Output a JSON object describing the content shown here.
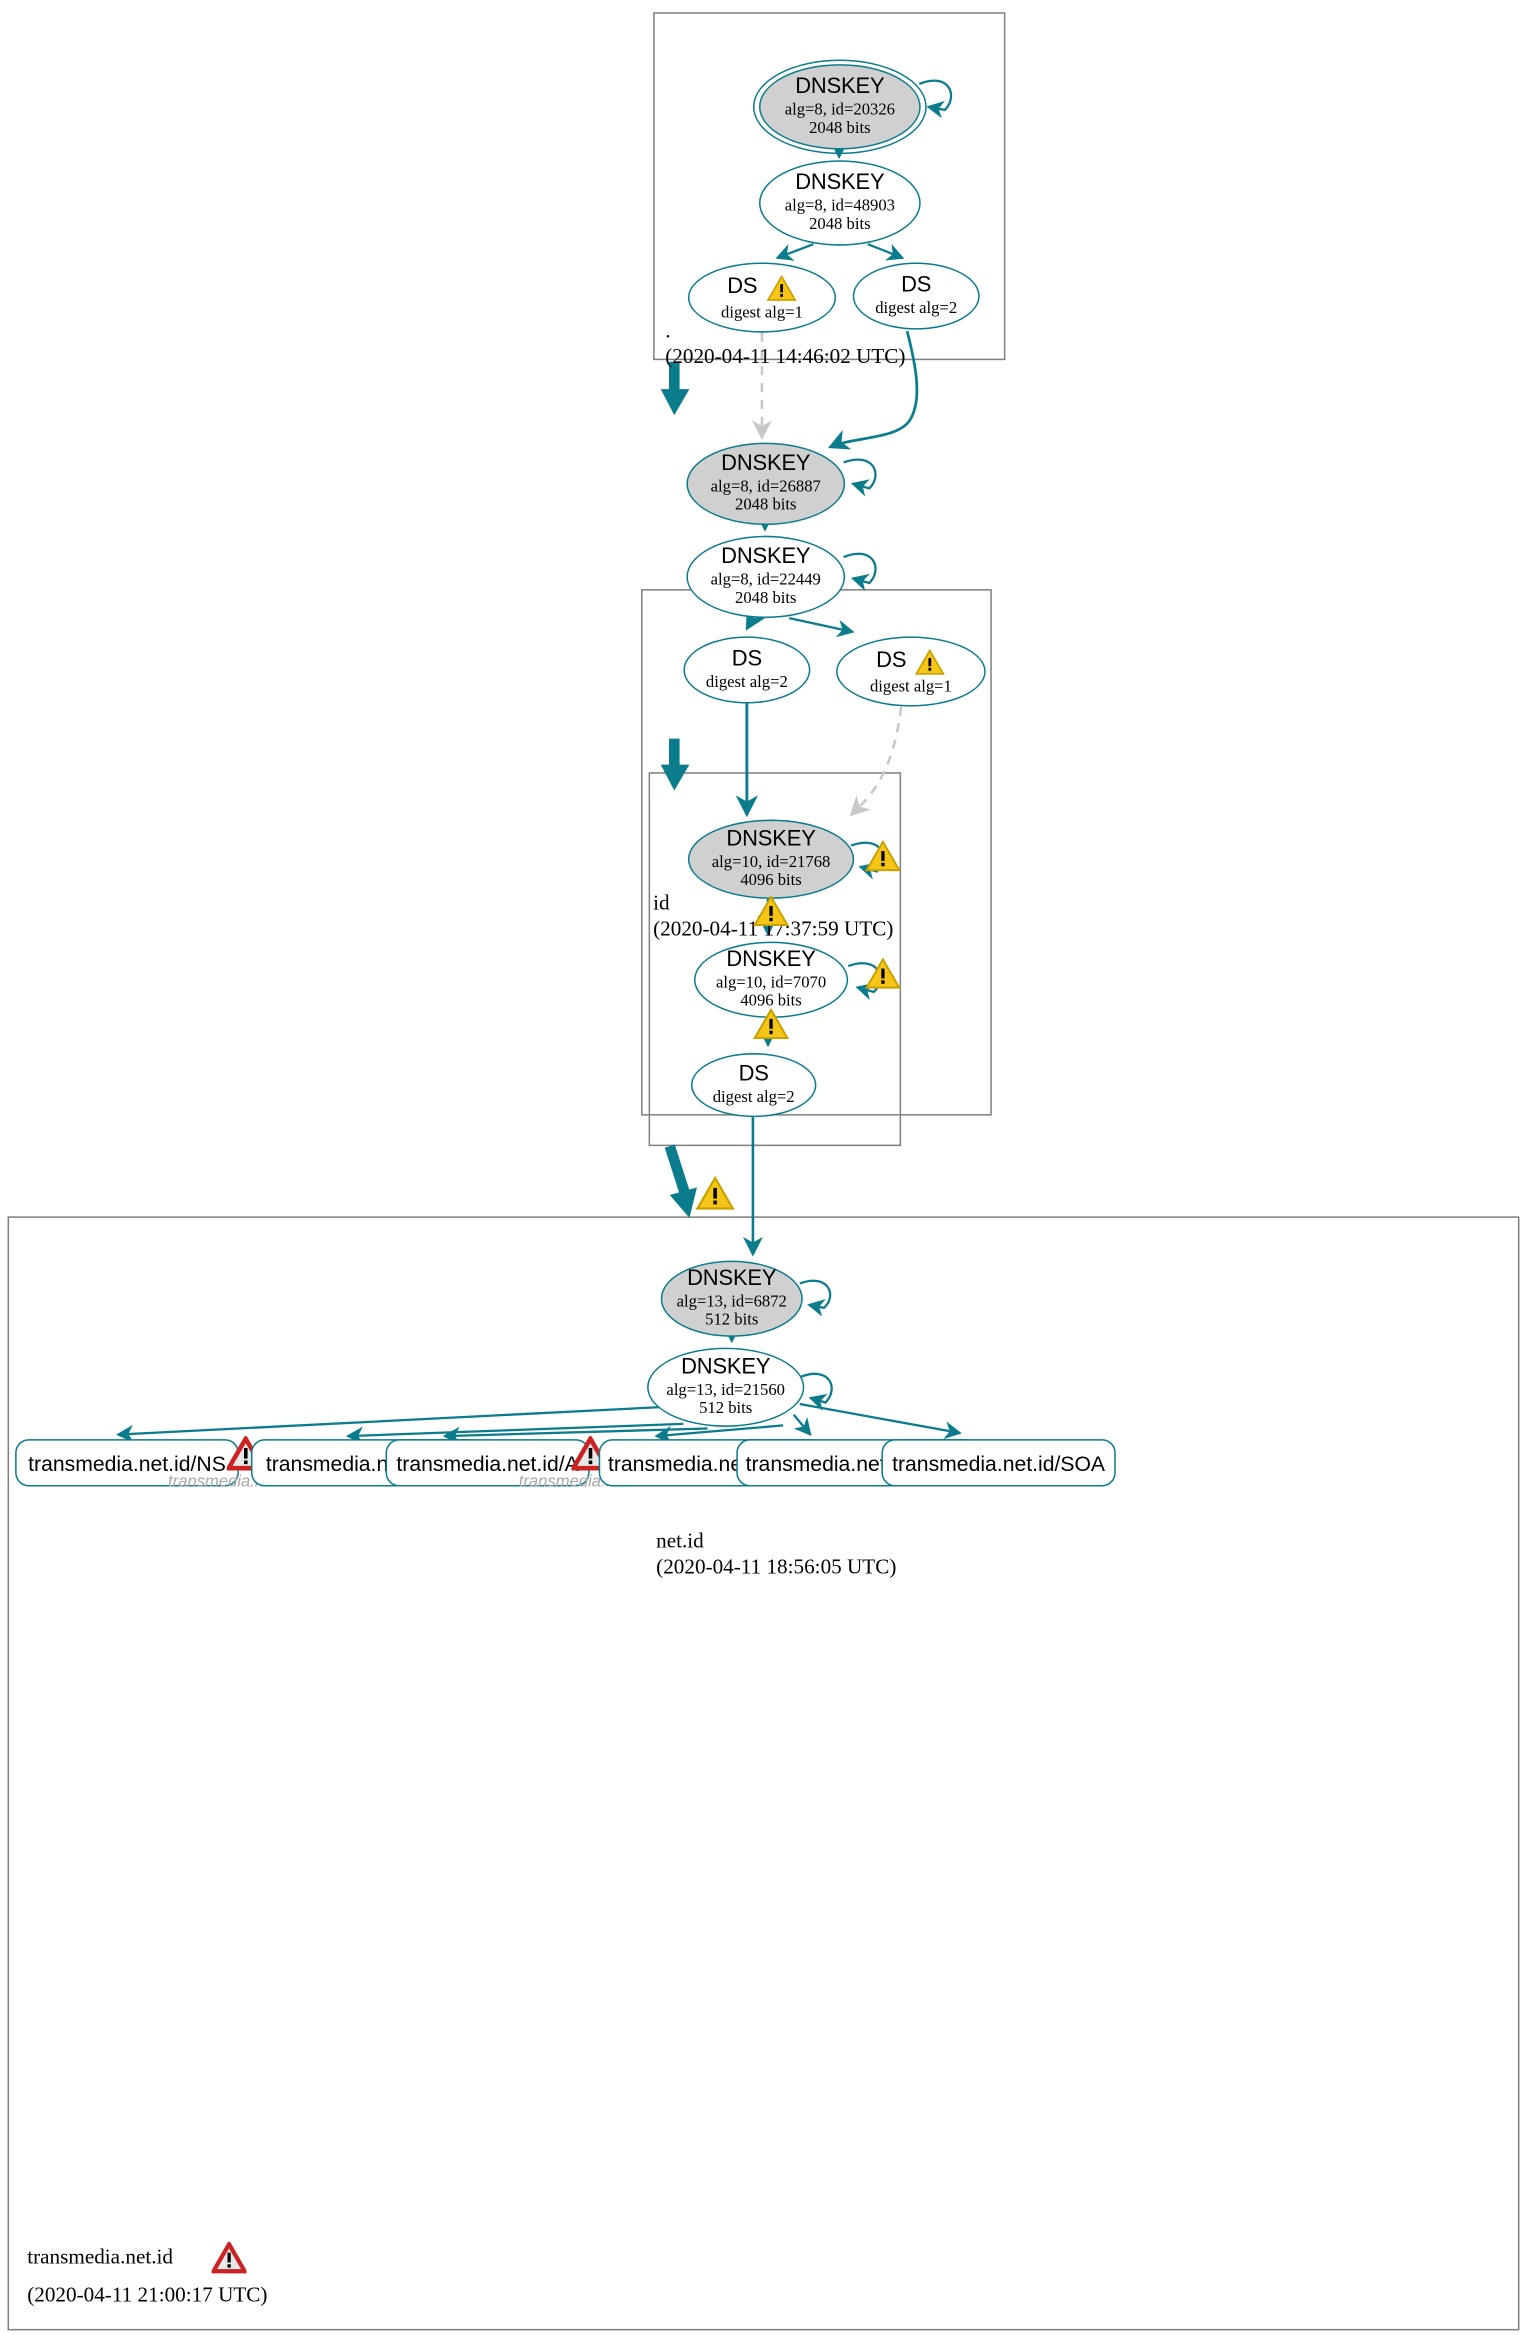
{
  "diagram": {
    "kind": "dnssec-chain-of-trust",
    "colors": {
      "edge": "#0a7c8c",
      "node_stroke": "#0a7c8c",
      "sep_fill": "#d0d0d0",
      "zone_border": "#808080",
      "insecure_edge": "#c8c8c8",
      "warning": "#f5c518",
      "error": "#cc2222",
      "error_label": "#a8a8a8",
      "background": "#ffffff"
    }
  },
  "zones": [
    {
      "id": "root",
      "name": ".",
      "timestamp": "(2020-04-11 14:46:02 UTC)",
      "nodes": [
        {
          "id": "root-ksk",
          "type": "DNSKEY",
          "title": "DNSKEY",
          "detail": "alg=8, id=20326",
          "size": "2048 bits",
          "sep": true,
          "shaded": true,
          "self_sign": true,
          "status": "secure"
        },
        {
          "id": "root-zsk",
          "type": "DNSKEY",
          "title": "DNSKEY",
          "detail": "alg=8, id=48903",
          "size": "2048 bits",
          "sep": false,
          "shaded": false,
          "self_sign": false,
          "status": "secure"
        },
        {
          "id": "root-ds-1",
          "type": "DS",
          "title": "DS",
          "detail": "digest alg=1",
          "warning": true,
          "status": "warning"
        },
        {
          "id": "root-ds-2",
          "type": "DS",
          "title": "DS",
          "detail": "digest alg=2",
          "warning": false,
          "status": "secure"
        }
      ]
    },
    {
      "id": "id",
      "name": "id",
      "timestamp": "(2020-04-11 17:37:59 UTC)",
      "nodes": [
        {
          "id": "id-ksk",
          "type": "DNSKEY",
          "title": "DNSKEY",
          "detail": "alg=8, id=26887",
          "size": "2048 bits",
          "sep": false,
          "shaded": true,
          "self_sign": true,
          "status": "secure"
        },
        {
          "id": "id-zsk",
          "type": "DNSKEY",
          "title": "DNSKEY",
          "detail": "alg=8, id=22449",
          "size": "2048 bits",
          "sep": false,
          "shaded": false,
          "self_sign": true,
          "status": "secure"
        },
        {
          "id": "id-ds-2",
          "type": "DS",
          "title": "DS",
          "detail": "digest alg=2",
          "warning": false,
          "status": "secure"
        },
        {
          "id": "id-ds-1",
          "type": "DS",
          "title": "DS",
          "detail": "digest alg=1",
          "warning": true,
          "status": "warning"
        }
      ]
    },
    {
      "id": "net.id",
      "name": "net.id",
      "timestamp": "(2020-04-11 18:56:05 UTC)",
      "nodes": [
        {
          "id": "netid-ksk",
          "type": "DNSKEY",
          "title": "DNSKEY",
          "detail": "alg=10, id=21768",
          "size": "4096 bits",
          "sep": false,
          "shaded": true,
          "self_sign": true,
          "warning": true,
          "status": "warning"
        },
        {
          "id": "netid-zsk",
          "type": "DNSKEY",
          "title": "DNSKEY",
          "detail": "alg=10, id=7070",
          "size": "4096 bits",
          "sep": false,
          "shaded": false,
          "self_sign": true,
          "warning": true,
          "status": "warning"
        },
        {
          "id": "netid-ds-2",
          "type": "DS",
          "title": "DS",
          "detail": "digest alg=2",
          "warning": false,
          "status": "secure"
        }
      ]
    },
    {
      "id": "transmedia.net.id",
      "name": "transmedia.net.id",
      "timestamp": "(2020-04-11 21:00:17 UTC)",
      "zone_error": true,
      "nodes": [
        {
          "id": "tm-ksk",
          "type": "DNSKEY",
          "title": "DNSKEY",
          "detail": "alg=13, id=6872",
          "size": "512 bits",
          "sep": false,
          "shaded": true,
          "self_sign": true,
          "status": "secure"
        },
        {
          "id": "tm-zsk",
          "type": "DNSKEY",
          "title": "DNSKEY",
          "detail": "alg=13, id=21560",
          "size": "512 bits",
          "sep": false,
          "shaded": false,
          "self_sign": true,
          "status": "secure"
        }
      ],
      "rrsets": [
        {
          "id": "rr-ns",
          "label": "transmedia.net.id/NS"
        },
        {
          "id": "rr-mx",
          "label": "transmedia.net.id/MX"
        },
        {
          "id": "rr-a",
          "label": "transmedia.net.id/A"
        },
        {
          "id": "rr-txt",
          "label": "transmedia.net.id/TXT"
        },
        {
          "id": "rr-aaaa",
          "label": "transmedia.net.id/AAAA"
        },
        {
          "id": "rr-soa",
          "label": "transmedia.net.id/SOA"
        }
      ],
      "errors": [
        {
          "id": "err-ns",
          "label": "transmedia.net.id/NS"
        },
        {
          "id": "err-a",
          "label": "transmedia.net.id/A"
        }
      ]
    }
  ],
  "delegations": [
    {
      "from": "root",
      "to": "id",
      "status": "secure"
    },
    {
      "from": "id",
      "to": "net.id",
      "status": "secure"
    },
    {
      "from": "net.id",
      "to": "transmedia.net.id",
      "status": "warning"
    }
  ],
  "icons": {
    "warning": "warning-triangle-icon",
    "error": "error-triangle-icon"
  }
}
